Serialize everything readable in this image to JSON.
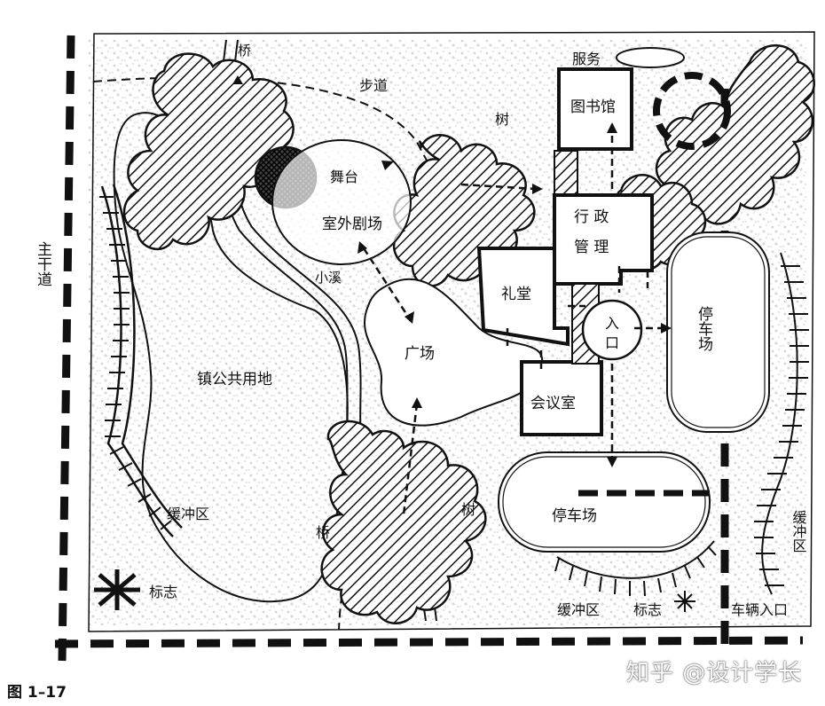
{
  "labels": {
    "bridge_top": "桥",
    "walkway": "步道",
    "service": "服务",
    "library": "图书馆",
    "tree_top": "树",
    "stage": "舞台",
    "outdoor_theater": "室外剧场",
    "admin_line1": "行 政",
    "admin_line2": "管 理",
    "stream": "小溪",
    "auditorium": "礼堂",
    "entrance_line1": "入",
    "entrance_line2": "口",
    "parking_right": "停车场",
    "main_road": "主干道",
    "plaza": "广场",
    "town_common": "镇公共用地",
    "meeting_room": "会议室",
    "buffer_left": "缓冲区",
    "tree_bottom": "树",
    "bridge_bottom": "桥",
    "parking_bottom": "停车场",
    "buffer_right": "缓冲区",
    "buffer_bottom": "缓冲区",
    "sign_left": "标志",
    "sign_bottom": "标志",
    "vehicle_entrance": "车辆入口"
  },
  "caption": "图 1–17",
  "watermark": "知乎 @设计学长",
  "colors": {
    "ink": "#111111",
    "speckle": "#d9d9d9"
  }
}
